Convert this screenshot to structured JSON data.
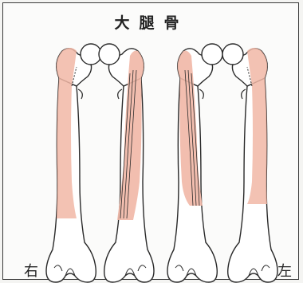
{
  "title": "大腿骨",
  "side_labels": {
    "right": "右",
    "left": "左"
  },
  "colors": {
    "muscle_area": "#f1b7a6",
    "bone_outline": "#2a2a2a",
    "frame": "#3a3a3a",
    "background": "#fbfbfa"
  },
  "views": [
    "right-femur-anterior",
    "right-femur-posterior",
    "left-femur-posterior",
    "left-femur-anterior"
  ]
}
